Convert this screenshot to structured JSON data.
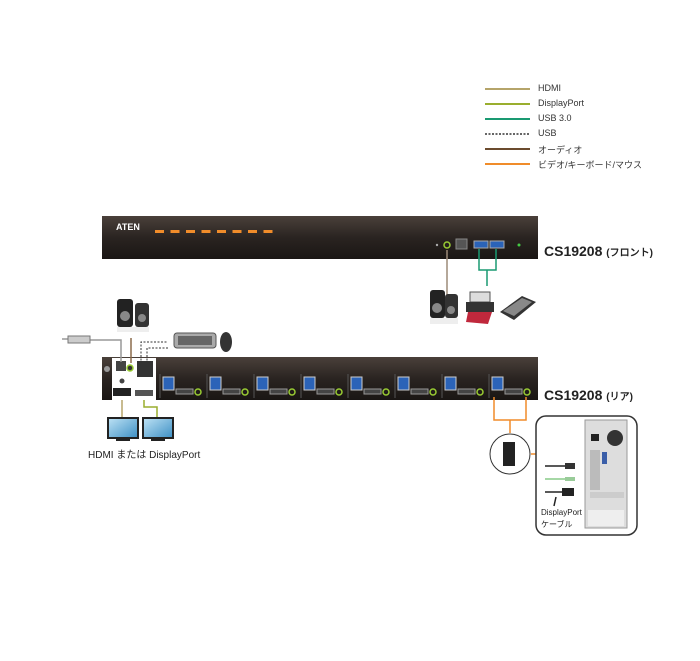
{
  "legend": [
    {
      "label": "HDMI",
      "color": "#b5a46a",
      "style": "solid"
    },
    {
      "label": "DisplayPort",
      "color": "#9aae2e",
      "style": "solid"
    },
    {
      "label": "USB 3.0",
      "color": "#1a9a72",
      "style": "solid"
    },
    {
      "label": "USB",
      "color": "#333333",
      "style": "dotted"
    },
    {
      "label": "オーディオ",
      "color": "#6b4b2e",
      "style": "solid"
    },
    {
      "label": "ビデオ/キーボード/マウス",
      "color": "#f08c2a",
      "style": "solid"
    }
  ],
  "front": {
    "model": "CS19208",
    "side": "(フロント)",
    "logo": "ATEN"
  },
  "rear": {
    "model": "CS19208",
    "side": "(リア)"
  },
  "monitors_caption": "HDMI または DisplayPort",
  "pc_caption_line1": "DisplayPort",
  "pc_caption_line2": "ケーブル"
}
